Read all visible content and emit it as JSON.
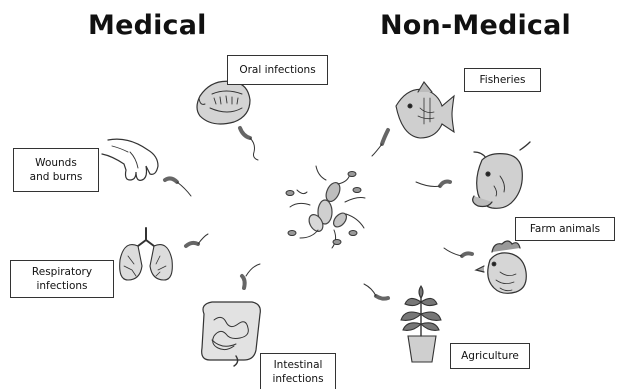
{
  "headings": {
    "left": "Medical",
    "right": "Non-Medical"
  },
  "labels": {
    "oral": "Oral infections",
    "wounds": "Wounds\nand burns",
    "respiratory": "Respiratory\ninfections",
    "intestinal": "Intestinal\ninfections",
    "fisheries": "Fisheries",
    "farm": "Farm animals",
    "agriculture": "Agriculture"
  },
  "colors": {
    "ink": "#222222",
    "bacteria": "#555555",
    "leaf": "#3a3a3a"
  }
}
